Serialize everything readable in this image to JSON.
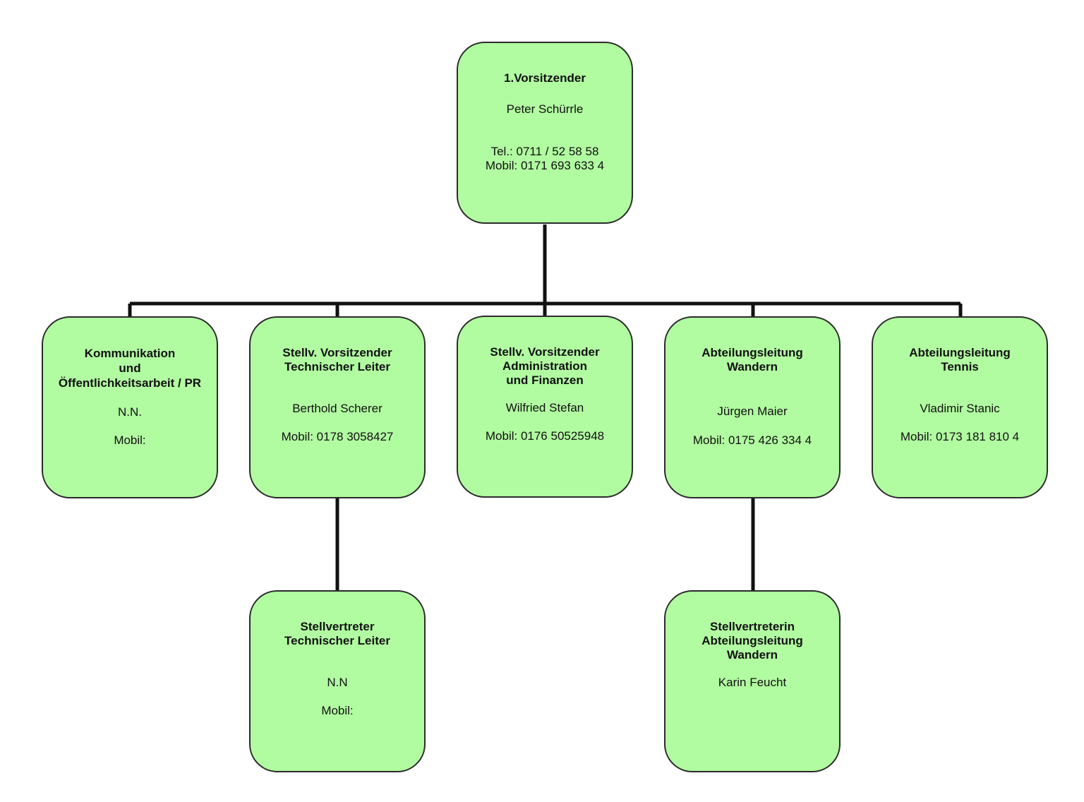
{
  "colors": {
    "node_fill": "#b1fba1",
    "node_border": "#2b2b2b",
    "connector": "#111111"
  },
  "nodes": {
    "chair": {
      "title": "1.Vorsitzender",
      "name": "Peter Schürrle",
      "contact": "Tel.: 0711 / 52 58 58\nMobil: 0171 693 633 4"
    },
    "pr": {
      "title": "Kommunikation\nund\nÖffentlichkeitsarbeit / PR",
      "name": "N.N.",
      "contact": "Mobil:"
    },
    "tech": {
      "title": "Stellv. Vorsitzender\nTechnischer Leiter",
      "name": "Berthold Scherer",
      "contact": "Mobil: 0178 3058427"
    },
    "admin": {
      "title": "Stellv. Vorsitzender\nAdministration\nund Finanzen",
      "name": "Wilfried Stefan",
      "contact": "Mobil: 0176 50525948"
    },
    "hiking": {
      "title": "Abteilungsleitung\nWandern",
      "name": "Jürgen Maier",
      "contact": "Mobil: 0175 426 334 4"
    },
    "tennis": {
      "title": "Abteilungsleitung\nTennis",
      "name": "Vladimir Stanic",
      "contact": "Mobil: 0173 181 810 4"
    },
    "tech_deputy": {
      "title": "Stellvertreter\nTechnischer Leiter",
      "name": "N.N",
      "contact": "Mobil:"
    },
    "hiking_deputy": {
      "title": "Stellvertreterin\nAbteilungsleitung\nWandern",
      "name": "Karin Feucht",
      "contact": ""
    }
  }
}
